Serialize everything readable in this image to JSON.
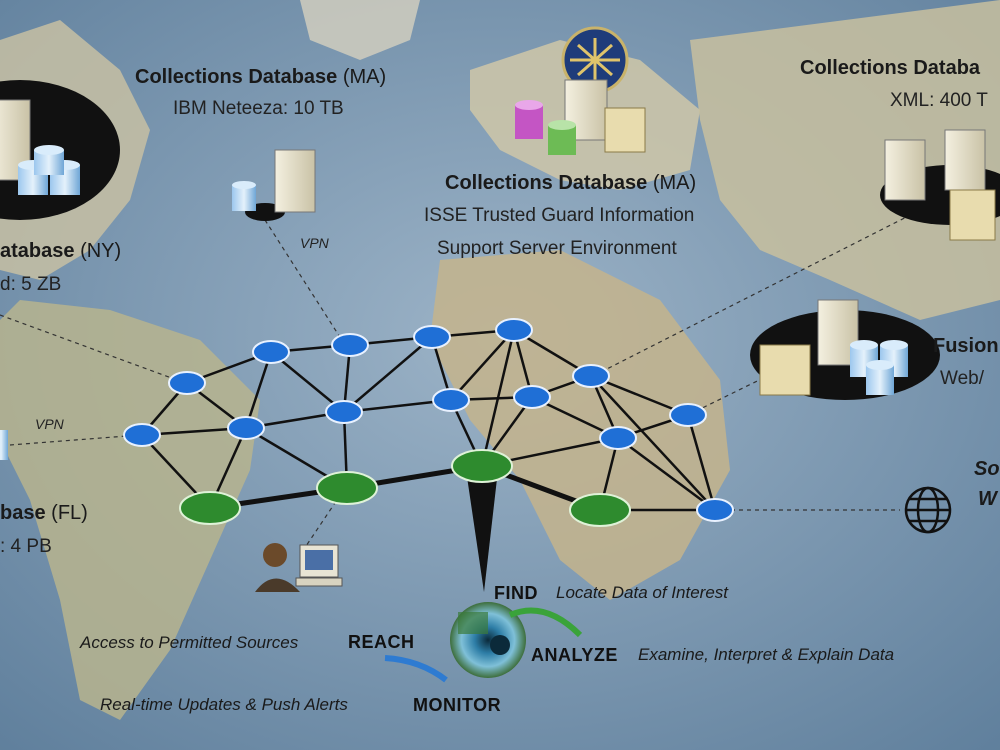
{
  "sites": {
    "ma_netezza": {
      "name": "Collections Database",
      "loc": "(MA)",
      "line1": "IBM Neteeza: 10 TB"
    },
    "ma_isse": {
      "name": "Collections Database",
      "loc": "(MA)",
      "line1": "ISSE Trusted Guard Information",
      "line2": "Support Server Environment"
    },
    "ny": {
      "name": "atabase",
      "loc": "(NY)",
      "line1": "d: 5 ZB"
    },
    "fl": {
      "name": "base",
      "loc": "(FL)",
      "line1": ": 4 PB"
    },
    "right_top": {
      "name": "Collections Databa",
      "line1": "XML: 400 T"
    },
    "fusion": {
      "name": "Fusion",
      "line1": "Web/"
    },
    "so": {
      "name": "So",
      "line1": "W"
    }
  },
  "vpn": {
    "left": "VPN",
    "top": "VPN"
  },
  "capabilities": {
    "find": {
      "label": "FIND",
      "desc": "Locate Data of Interest"
    },
    "reach": {
      "label": "REACH",
      "desc": "Access to Permitted Sources"
    },
    "analyze": {
      "label": "ANALYZE",
      "desc": "Examine, Interpret & Explain Data"
    },
    "monitor": {
      "label": "MONITOR",
      "desc": "Real-time Updates & Push Alerts"
    }
  },
  "colors": {
    "ocean": "#7f9bb5",
    "land": "#c9c1a4",
    "node_blue": "#1f6fd6",
    "node_green": "#2e8b2e",
    "link": "#111111",
    "reach_arrow": "#2e7bd1",
    "analyze_arrow": "#3aa33a"
  }
}
